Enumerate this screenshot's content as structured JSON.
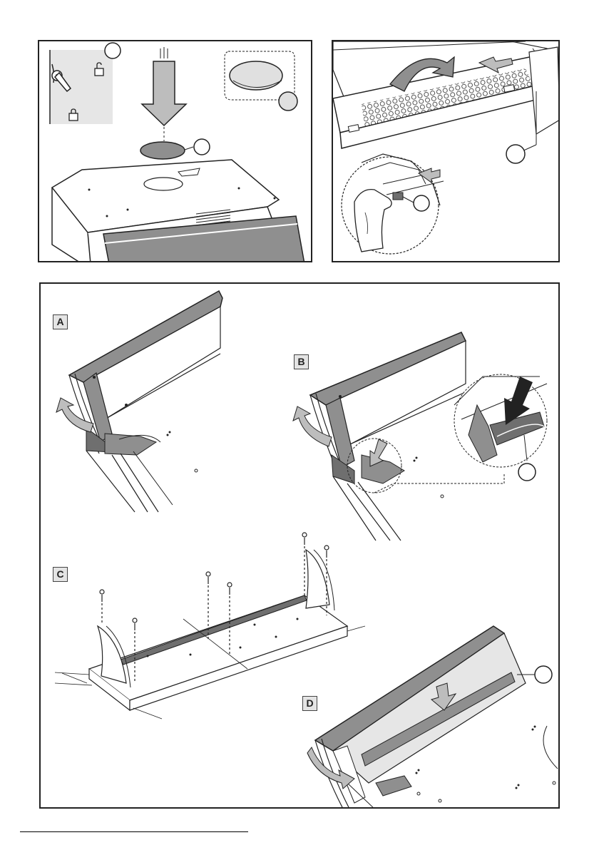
{
  "steps": {
    "a": "A",
    "b": "B",
    "c": "C",
    "d": "D"
  },
  "colors": {
    "outline": "#222222",
    "panel_gray": "#8f8f8f",
    "light_gray": "#e6e6e6",
    "arrow_gray": "#bdbdbd",
    "mid_gray": "#6f6f6f"
  },
  "icons": [
    "down-arrow-icon",
    "curved-arrow-icon",
    "lock-icon",
    "unlock-icon",
    "screw-icon",
    "hand-icon",
    "callout-circle-icon"
  ]
}
